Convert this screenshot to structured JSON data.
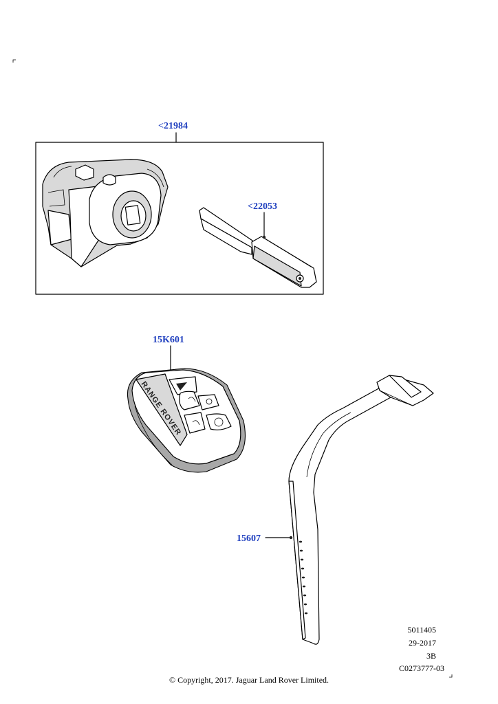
{
  "callouts": {
    "ignition_assembly": "<21984",
    "emergency_key_blade": "<22053",
    "smart_key_fob": "15K601",
    "wrist_strap": "15607"
  },
  "fob_branding": "RANGE ROVER",
  "meta": {
    "illustration_number": "5011405",
    "date_code": "29-2017",
    "revision": "3B",
    "reference": "C0273777-03"
  },
  "copyright": "© Copyright, 2017. Jaguar Land Rover Limited."
}
